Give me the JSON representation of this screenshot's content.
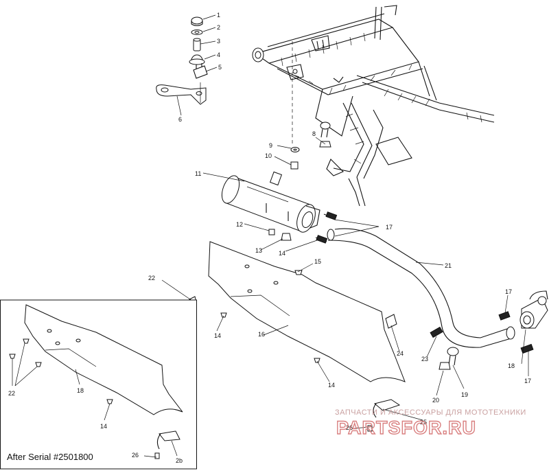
{
  "diagram": {
    "callouts": [
      "1",
      "2",
      "3",
      "4",
      "5",
      "6",
      "8",
      "9",
      "10",
      "11",
      "12",
      "13",
      "14",
      "15",
      "17",
      "21",
      "22",
      "16",
      "14",
      "24",
      "17",
      "18",
      "17",
      "23",
      "14",
      "19",
      "20",
      "25",
      "26"
    ],
    "inset": {
      "caption": "After Serial #2501800",
      "callouts": [
        "22",
        "18",
        "14",
        "26",
        "2b"
      ]
    }
  },
  "watermark": {
    "top": "ЗАПЧАСТИ И АКСЕССУАРЫ ДЛЯ МОТОТЕХНИКИ",
    "logo": "PARTSFOR.RU",
    "color": "#d98080"
  }
}
